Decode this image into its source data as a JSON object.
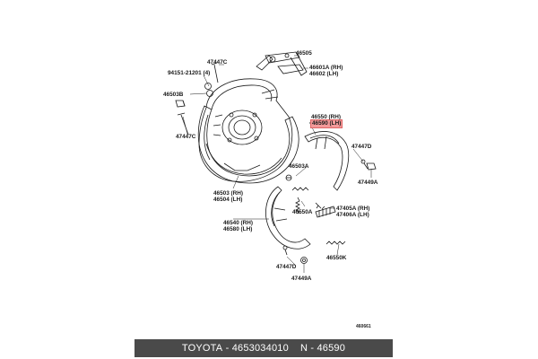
{
  "diagram": {
    "figure_number": "460661",
    "part_labels": [
      {
        "id": "p46505",
        "lines": [
          "46505"
        ]
      },
      {
        "id": "p47447c_top",
        "lines": [
          "47447C"
        ]
      },
      {
        "id": "p46601a",
        "lines": [
          "46601A (RH)",
          "46602 (LH)"
        ]
      },
      {
        "id": "p94151",
        "lines": [
          "94151-21201 (4)"
        ]
      },
      {
        "id": "p46503b",
        "lines": [
          "46503B"
        ]
      },
      {
        "id": "p46550",
        "lines": [
          "46550 (RH)",
          "46590 (LH)"
        ],
        "highlight_line": 1
      },
      {
        "id": "p47447c_left",
        "lines": [
          "47447C"
        ]
      },
      {
        "id": "p47447d_right",
        "lines": [
          "47447D"
        ]
      },
      {
        "id": "p46503a",
        "lines": [
          "46503A"
        ]
      },
      {
        "id": "p47449a_right",
        "lines": [
          "47449A"
        ]
      },
      {
        "id": "p46503",
        "lines": [
          "46503 (RH)",
          "46504 (LH)"
        ]
      },
      {
        "id": "p46550a",
        "lines": [
          "46550A"
        ]
      },
      {
        "id": "p47405a",
        "lines": [
          "47405A (RH)",
          "47406A (LH)"
        ]
      },
      {
        "id": "p46540",
        "lines": [
          "46540 (RH)",
          "46580 (LH)"
        ]
      },
      {
        "id": "p46550k",
        "lines": [
          "46550K"
        ]
      },
      {
        "id": "p47447d_bottom",
        "lines": [
          "47447D"
        ]
      },
      {
        "id": "p47449a_bottom",
        "lines": [
          "47449A"
        ]
      }
    ]
  },
  "footer": {
    "brand": "TOYOTA",
    "part_number": "4653034010",
    "separator": "N",
    "oem_number": "46590"
  },
  "colors": {
    "footer_bg": "#4a4a4a",
    "highlight": "#f39a9a",
    "line": "#1a1a1a"
  }
}
